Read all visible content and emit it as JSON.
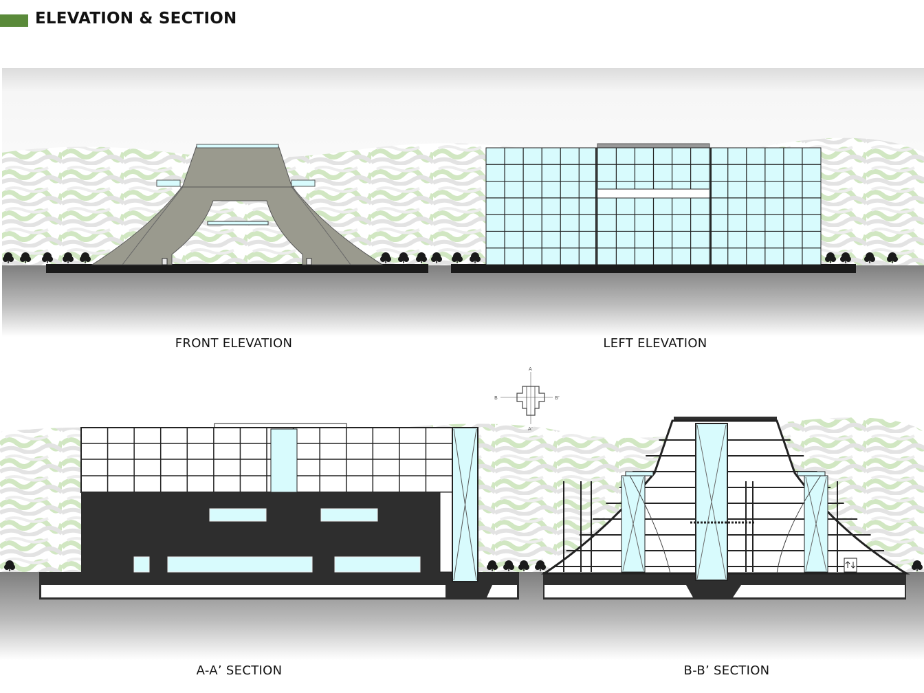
{
  "page": {
    "title": "ELEVATION & SECTION",
    "accent_color": "#5a8a3a"
  },
  "drawings": {
    "front_elevation": {
      "caption": "FRONT ELEVATION"
    },
    "left_elevation": {
      "caption": "LEFT ELEVATION"
    },
    "section_aa": {
      "caption": "A-A’ SECTION"
    },
    "section_bb": {
      "caption": "B-B’ SECTION"
    }
  },
  "key_plan": {
    "a_top": "A",
    "a_bottom": "A’",
    "b_left": "B",
    "b_right": "B’"
  },
  "colors": {
    "glass": "#d8fbfd",
    "concrete": "#9a9a8e",
    "dark_fill": "#2e2e2e",
    "ground": "#8c8c8c"
  },
  "icons": {
    "vegetation": "tree-icon",
    "lift": "lift-arrows-icon"
  }
}
